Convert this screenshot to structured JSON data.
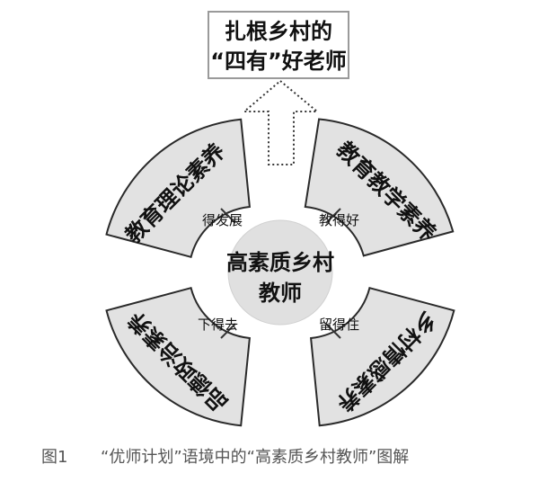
{
  "title": {
    "line1": "扎根乡村的",
    "line2": "“四有”好老师"
  },
  "center": {
    "line1": "高素质乡村",
    "line2": "教师"
  },
  "segments": {
    "top_left": "教育理论素养",
    "top_right": "教育教学素养",
    "bottom_left": "品德政治素养",
    "bottom_right": "乡村情感素养"
  },
  "connectors": {
    "top_left": "得发展",
    "top_right": "教得好",
    "bottom_left": "下得去",
    "bottom_right": "留得住"
  },
  "caption": {
    "figure_no": "图1",
    "text": "“优师计划”语境中的“高素质乡村教师”图解"
  }
}
